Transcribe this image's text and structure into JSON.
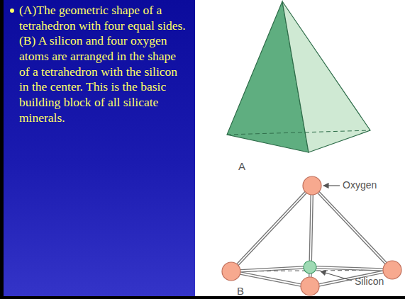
{
  "diagram": {
    "nodes": [
      {
        "text": [
          "(A)The geometric shape of a tetrahedron with four equal sides. (B) A silicon and four oxygen atoms are arranged in the shape of a tetrahedron with the silicon in the center. This is the basic building block of all silicate minerals."
        ]
      }
    ],
    "labels": [
      "A",
      "Oxygen",
      "Silicon",
      "B"
    ]
  }
}
